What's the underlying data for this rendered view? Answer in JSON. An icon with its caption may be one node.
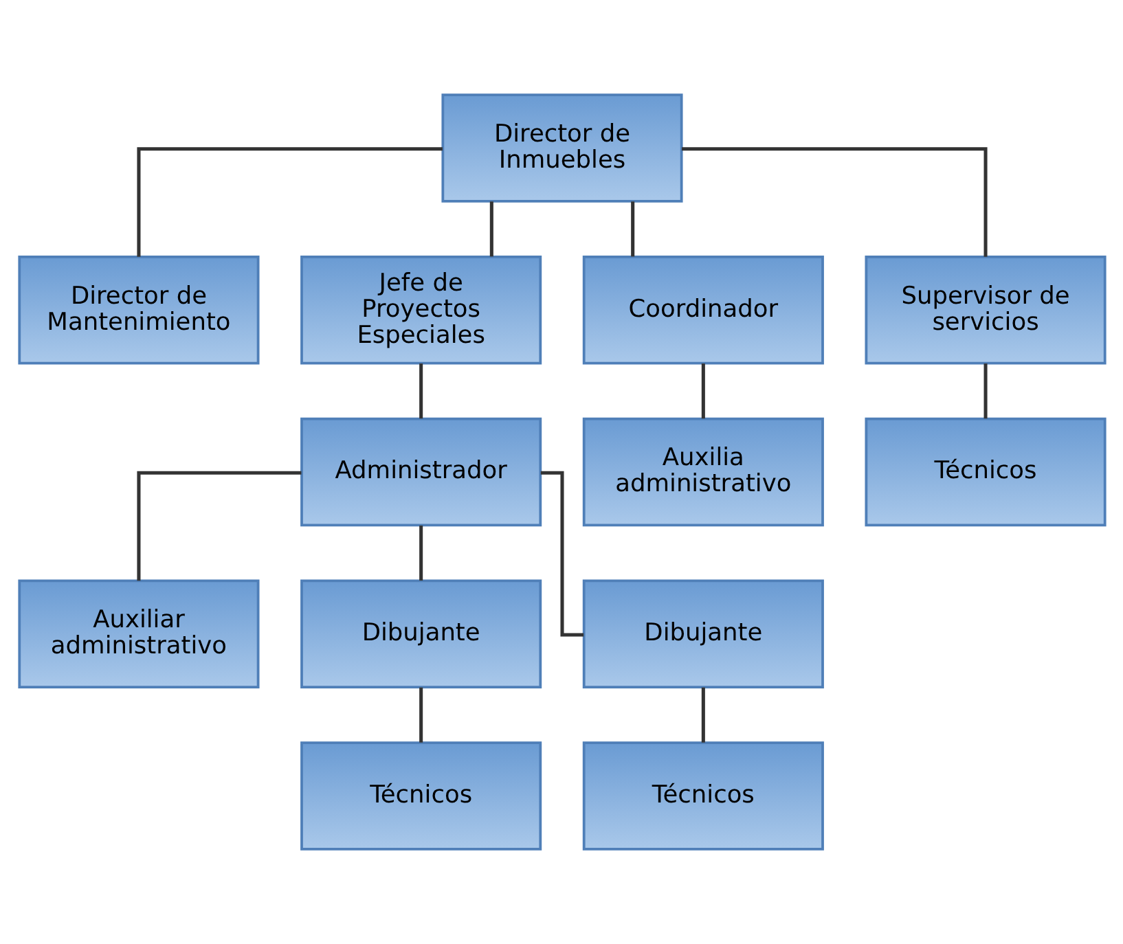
{
  "diagram": {
    "nodes": [
      {
        "text": [
          "Director de Inmuebles"
        ]
      },
      {
        "text": [
          "Director de Mantenimiento"
        ]
      },
      {
        "text": [
          "Jefe de Proyectos Especiales"
        ]
      },
      {
        "text": [
          "Coordinador"
        ]
      },
      {
        "text": [
          "Supervisor de servicios"
        ]
      },
      {
        "text": [
          "Administrador"
        ]
      },
      {
        "text": [
          "Auxilia administrativo"
        ]
      },
      {
        "text": [
          "Técnicos"
        ]
      },
      {
        "text": [
          "Auxiliar administrativo"
        ]
      },
      {
        "text": [
          "Dibujante"
        ]
      },
      {
        "text": [
          "Dibujante"
        ]
      },
      {
        "text": [
          "Técnicos"
        ]
      },
      {
        "text": [
          "Técnicos"
        ]
      }
    ],
    "edges": [
      {
        "from": 0,
        "to": 1,
        "arrow": "none"
      },
      {
        "from": 0,
        "to": 2,
        "arrow": "none"
      },
      {
        "from": 0,
        "to": 3,
        "arrow": "none"
      },
      {
        "from": 0,
        "to": 4,
        "arrow": "none"
      },
      {
        "from": 2,
        "to": 5,
        "arrow": "none"
      },
      {
        "from": 3,
        "to": 6,
        "arrow": "none"
      },
      {
        "from": 4,
        "to": 7,
        "arrow": "none"
      },
      {
        "from": 5,
        "to": 8,
        "arrow": "none"
      },
      {
        "from": 5,
        "to": 9,
        "arrow": "none"
      },
      {
        "from": 5,
        "to": 10,
        "arrow": "none"
      },
      {
        "from": 9,
        "to": 11,
        "arrow": "none"
      },
      {
        "from": 10,
        "to": 12,
        "arrow": "none"
      }
    ]
  }
}
